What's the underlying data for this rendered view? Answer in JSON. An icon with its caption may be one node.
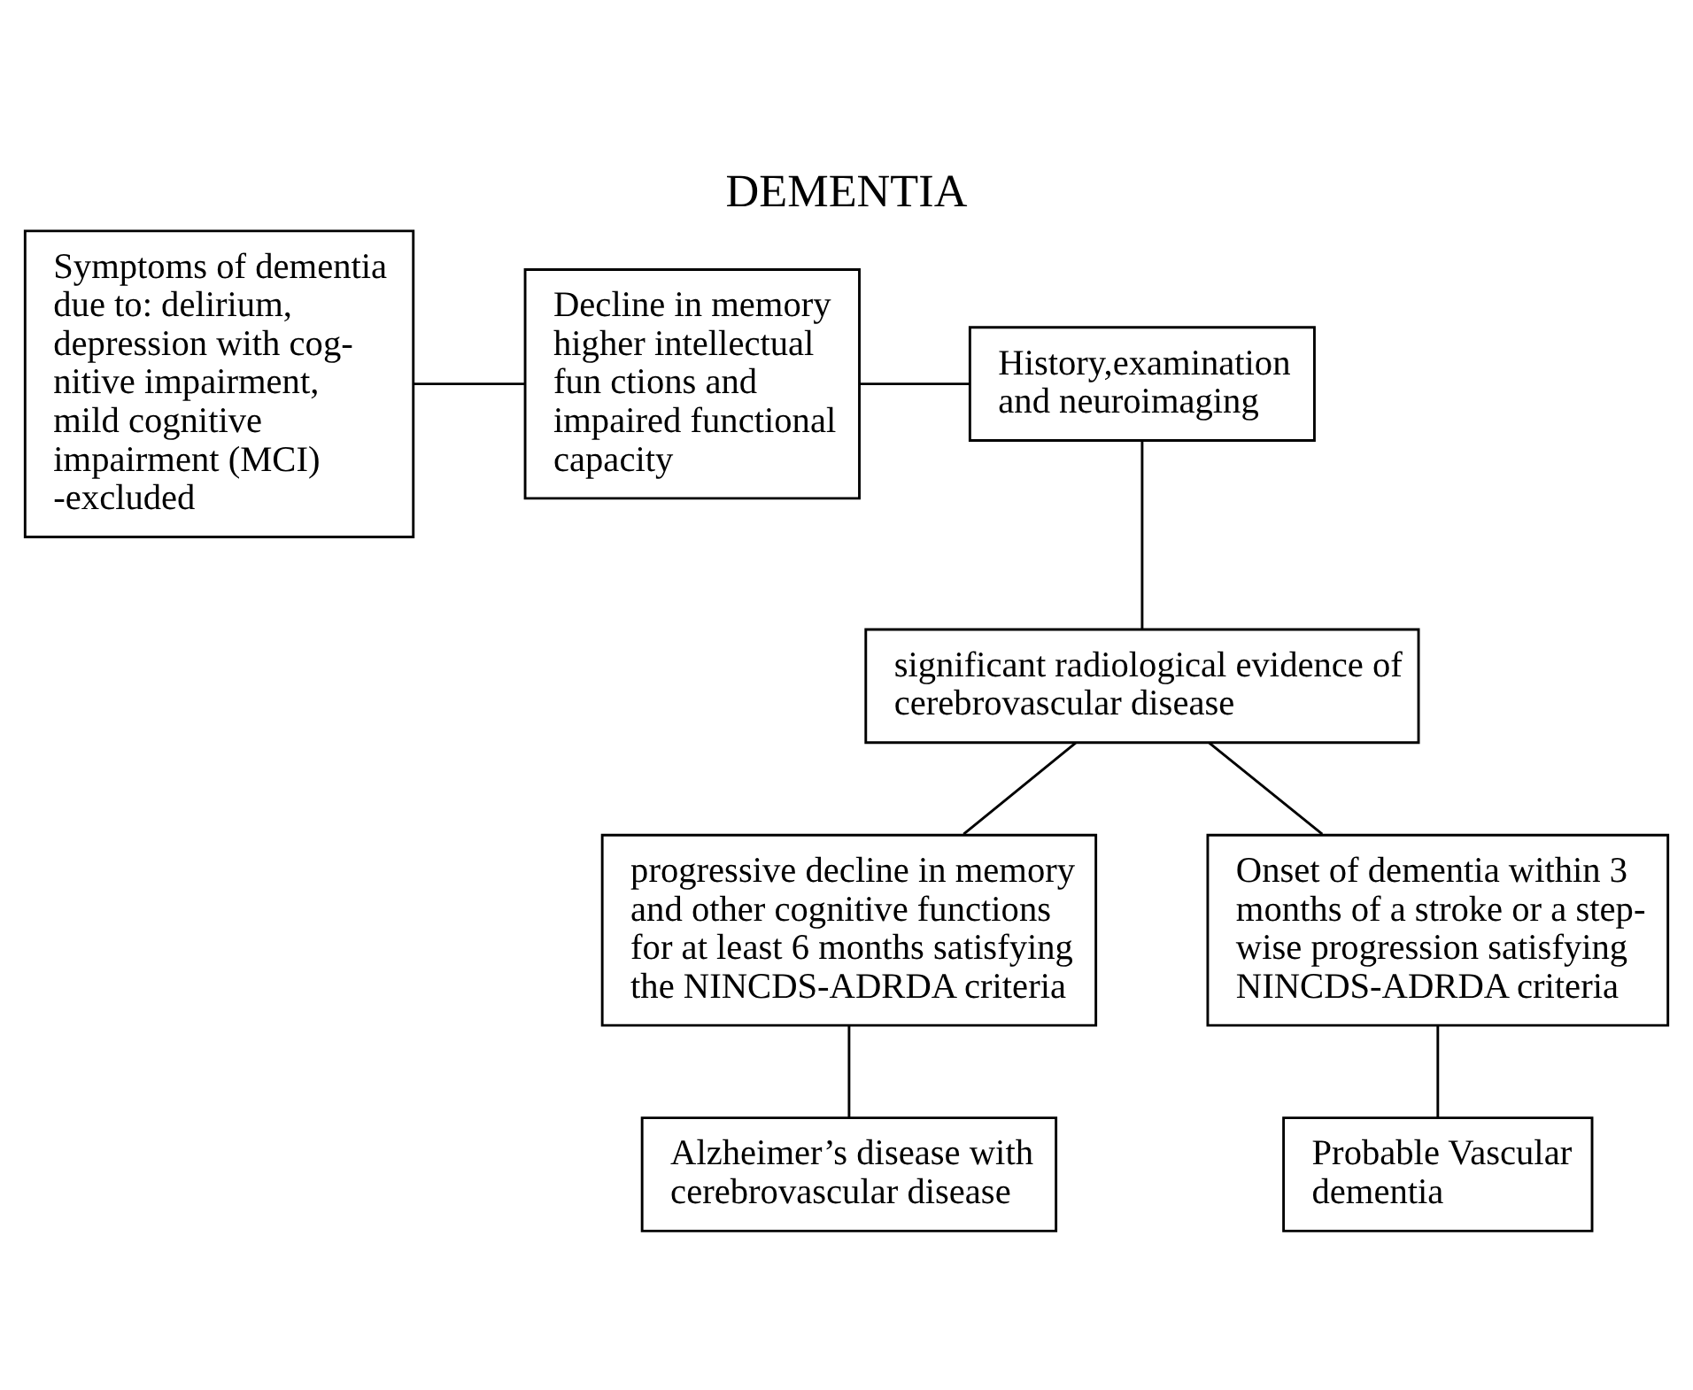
{
  "diagram": {
    "title": "DEMENTIA",
    "nodes": [
      {
        "text": [
          "Symptoms of dementia due to: delirium, depression with cog- nitive impairment, mild cognitive impairment (MCI) -excluded"
        ]
      },
      {
        "text": [
          "Decline in memory higher intellectual fun ctions and impaired functional capacity"
        ]
      },
      {
        "text": [
          "History,examination and neuroimaging"
        ]
      },
      {
        "text": [
          "significant radiological evidence of cerebrovascular disease"
        ]
      },
      {
        "text": [
          "progressive decline in memory and other cognitive functions for at least 6 months satisfying the NINCDS-ADRDA criteria"
        ]
      },
      {
        "text": [
          "Onset of dementia within 3 months of a stroke or a step- wise progression satisfying NINCDS-ADRDA criteria"
        ]
      },
      {
        "text": [
          "Alzheimer’s disease with cerebrovascular disease"
        ]
      },
      {
        "text": [
          "Probable Vascular dementia"
        ]
      }
    ],
    "edges": [
      {
        "from": 0,
        "to": 1,
        "arrow": "none"
      },
      {
        "from": 1,
        "to": 2,
        "arrow": "none"
      },
      {
        "from": 2,
        "to": 3,
        "arrow": "none"
      },
      {
        "from": 3,
        "to": 4,
        "arrow": "none"
      },
      {
        "from": 3,
        "to": 5,
        "arrow": "none"
      },
      {
        "from": 4,
        "to": 6,
        "arrow": "none"
      },
      {
        "from": 5,
        "to": 7,
        "arrow": "none"
      }
    ]
  }
}
